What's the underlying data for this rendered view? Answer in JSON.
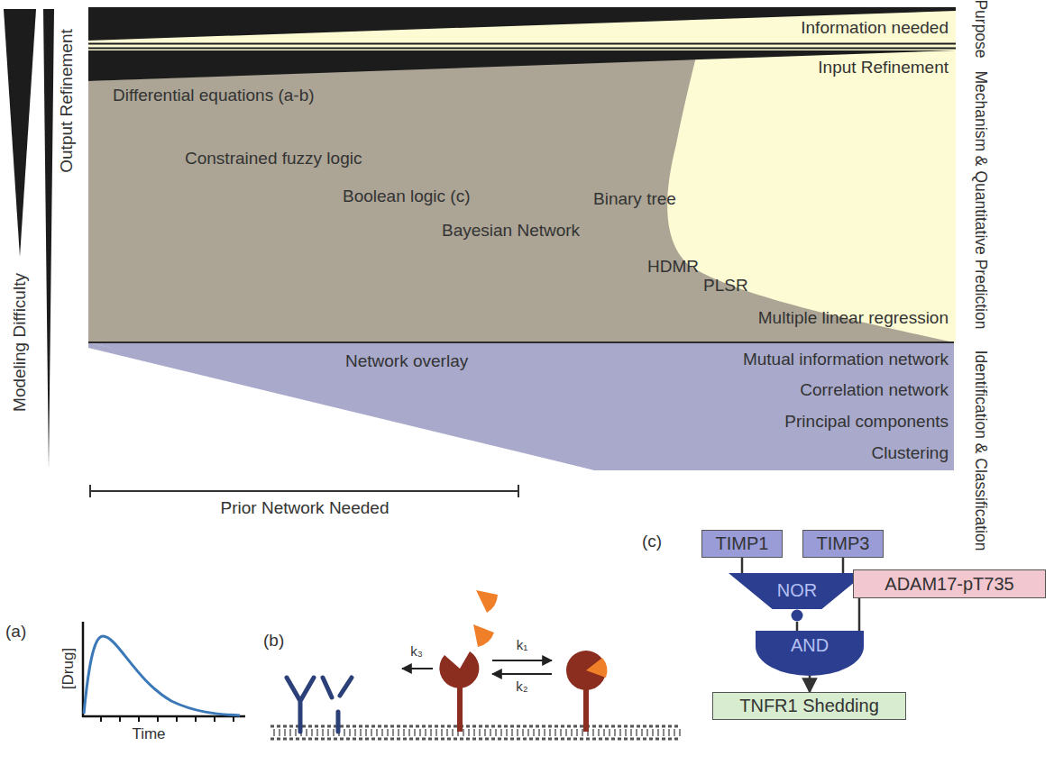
{
  "diagram": {
    "nodes": [
      {
        "text": [
          "TIMP1"
        ]
      },
      {
        "text": [
          "TIMP3"
        ]
      },
      {
        "text": [
          "NOR"
        ]
      },
      {
        "text": [
          "ADAM17-pT735"
        ]
      },
      {
        "text": [
          "AND"
        ]
      },
      {
        "text": [
          "TNFR1 Shedding"
        ]
      }
    ],
    "edges": [
      {
        "from": 0,
        "to": 2,
        "arrow": "none"
      },
      {
        "from": 1,
        "to": 2,
        "arrow": "none"
      },
      {
        "from": 2,
        "to": 4,
        "arrow": "none"
      },
      {
        "from": 3,
        "to": 4,
        "arrow": "none"
      },
      {
        "from": 4,
        "to": 5,
        "arrow": "to"
      }
    ],
    "labels": [
      "Information needed",
      "Purpose",
      "Input Refinement",
      "Mechanism & Quantitative Prediction",
      "Modeling Difficulty",
      "Output Refinement",
      "Differential equations (a-b)",
      "Constrained fuzzy logic",
      "Boolean logic (c)",
      "Binary tree",
      "Bayesian Network",
      "HDMR",
      "PLSR",
      "Multiple linear regression",
      "Network overlay",
      "Mutual information network",
      "Identification & Classification",
      "Correlation network",
      "Principal components",
      "Clustering",
      "Prior Network Needed",
      "(a)",
      "[Drug]",
      "Time",
      "(b)",
      "k₃",
      "k₁",
      "k₂",
      "(c)"
    ]
  }
}
